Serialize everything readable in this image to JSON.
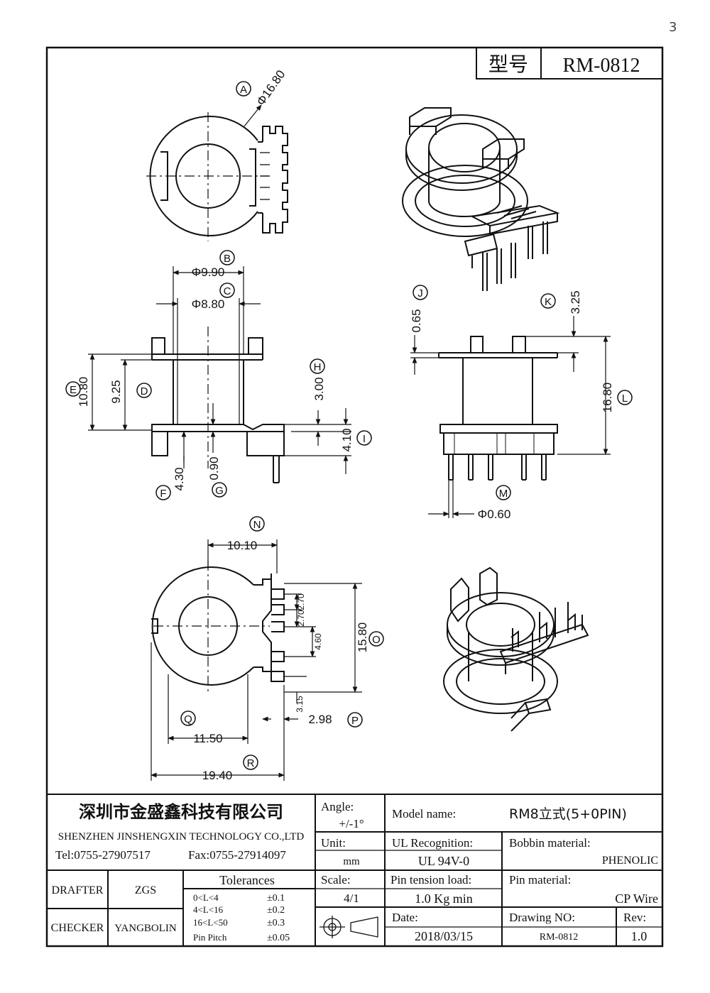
{
  "corner_mark": "3",
  "model_label": "型号",
  "model_no": "RM-0812",
  "callouts": {
    "A": "A",
    "B": "B",
    "C": "C",
    "D": "D",
    "E": "E",
    "F": "F",
    "G": "G",
    "H": "H",
    "I": "I",
    "J": "J",
    "K": "K",
    "L": "L",
    "M": "M",
    "N": "N",
    "O": "O",
    "P": "P",
    "Q": "Q",
    "R": "R"
  },
  "dims": {
    "A": "Φ16.80",
    "B": "Φ9.90",
    "C": "Φ8.80",
    "D": "9.25",
    "E": "10.80",
    "F": "4.30",
    "G": "0.90",
    "H": "3.00",
    "I": "4.10",
    "J": "0.65",
    "K": "3.25",
    "L": "16.80",
    "M": "Φ0.60",
    "N": "10.10",
    "O": "15.80",
    "P": "2.98",
    "Q": "11.50",
    "R": "19.40",
    "pitch1": "2.70",
    "pitch2": "2.70",
    "pitch3": "4.60",
    "pitch4": "3.15"
  },
  "title_block": {
    "company_cn": "深圳市金盛鑫科技有限公司",
    "company_en": "SHENZHEN JINSHENGXIN TECHNOLOGY CO.,LTD",
    "tel": "Tel:0755-27907517",
    "fax": "Fax:0755-27914097",
    "angle_label": "Angle:",
    "angle_value": "+/-1°",
    "unit_label": "Unit:",
    "unit_value": "mm",
    "scale_label": "Scale:",
    "scale_value": "4/1",
    "model_name_label": "Model name:",
    "model_name_value": "RM8立式(5+0PIN)",
    "ul_label": "UL Recognition:",
    "ul_value": "UL 94V-0",
    "bobbin_label": "Bobbin material:",
    "bobbin_value": "PHENOLIC",
    "pin_tension_label": "Pin tension load:",
    "pin_tension_value": "1.0 Kg min",
    "pin_material_label": "Pin material:",
    "pin_material_value": "CP Wire",
    "date_label": "Date:",
    "date_value": "2018/03/15",
    "drawing_no_label": "Drawing NO:",
    "drawing_no_value": "RM-0812",
    "rev_label": "Rev:",
    "rev_value": "1.0",
    "drafter_label": "DRAFTER",
    "drafter_value": "ZGS",
    "checker_label": "CHECKER",
    "checker_value": "YANGBOLIN",
    "tolerances_title": "Tolerances",
    "tolerances": [
      {
        "range": "0<L<4",
        "value": "±0.1"
      },
      {
        "range": "4<L<16",
        "value": "±0.2"
      },
      {
        "range": "16<L<50",
        "value": "±0.3"
      },
      {
        "range": "Pin Pitch",
        "value": "±0.05"
      }
    ]
  }
}
